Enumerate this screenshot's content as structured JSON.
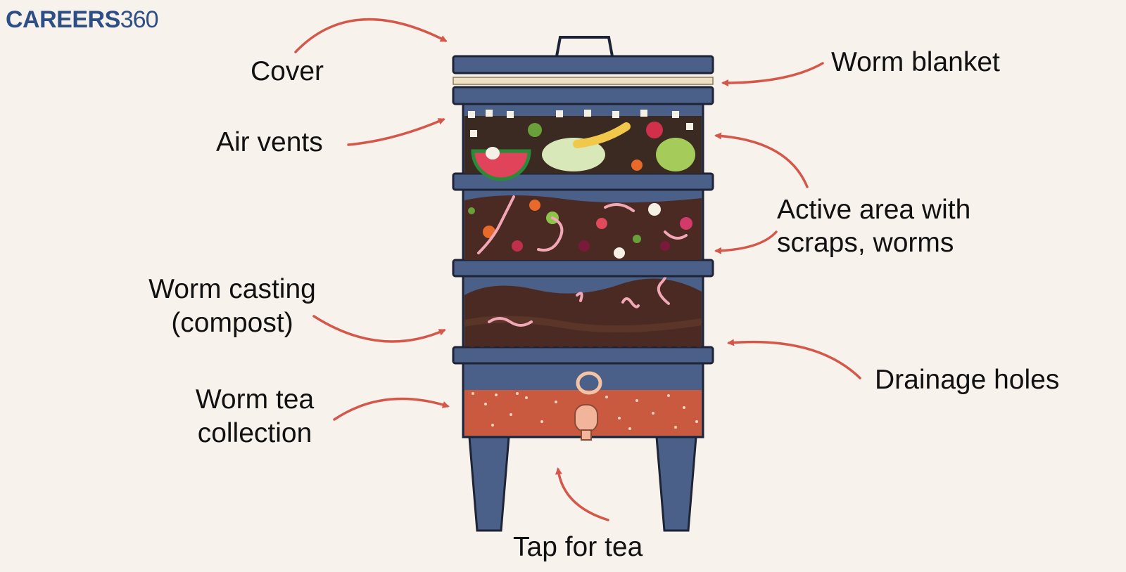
{
  "brand": {
    "name_bold": "CAREERS",
    "name_num": "360"
  },
  "labels": {
    "cover": "Cover",
    "air_vents": "Air vents",
    "worm_casting_1": "Worm casting",
    "worm_casting_2": "(compost)",
    "worm_tea_1": "Worm tea",
    "worm_tea_2": "collection",
    "worm_blanket": "Worm blanket",
    "active_area_1": "Active area with",
    "active_area_2": "scraps, worms",
    "drainage_holes": "Drainage holes",
    "tap_for_tea": "Tap for tea"
  },
  "colors": {
    "background": "#f8f2ec",
    "bin_blue": "#4a6088",
    "bin_outline": "#1e2436",
    "arrow": "#d4574a",
    "soil": "#4a2a22",
    "tea": "#c95a40",
    "blanket": "#efe2c4",
    "brand": "#2d4f86"
  }
}
